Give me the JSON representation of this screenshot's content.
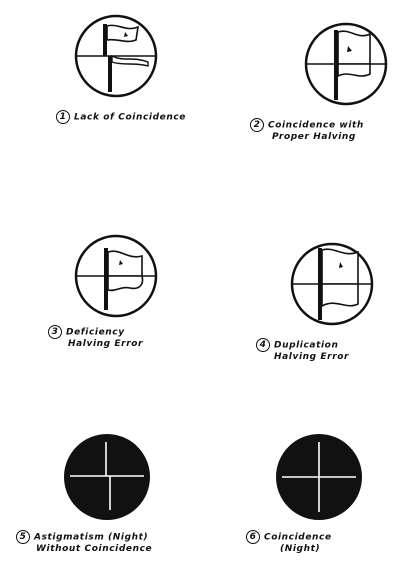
{
  "figures": [
    {
      "number": "1",
      "caption_lines": [
        "Lack of Coincidence"
      ],
      "view": "flag",
      "night": false
    },
    {
      "number": "2",
      "caption_lines": [
        "Coincidence with",
        "Proper Halving"
      ],
      "view": "flag",
      "night": false
    },
    {
      "number": "3",
      "caption_lines": [
        "Deficiency",
        "Halving Error"
      ],
      "view": "flag",
      "night": false
    },
    {
      "number": "4",
      "caption_lines": [
        "Duplication",
        "Halving Error"
      ],
      "view": "flag",
      "night": false
    },
    {
      "number": "5",
      "caption_lines": [
        "Astigmatism (Night)",
        "Without Coincidence"
      ],
      "view": "crosshair",
      "night": true
    },
    {
      "number": "6",
      "caption_lines": [
        "Coincidence",
        "(Night)"
      ],
      "view": "crosshair",
      "night": true
    }
  ]
}
